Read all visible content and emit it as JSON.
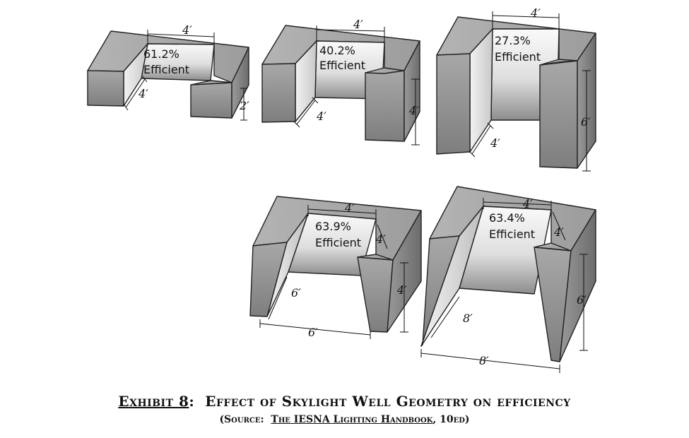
{
  "caption": {
    "exhibit": "Exhibit 8",
    "title": "Effect of Skylight Well Geometry on efficiency"
  },
  "source": {
    "prefix": "(Source:",
    "book": "The IESNA Lighting Handbook",
    "suffix": ", 10ed)"
  },
  "wells": [
    {
      "efficiency": "61.2%",
      "word": "Efficient",
      "top_width": "4′",
      "depth": "4′",
      "height": "2′"
    },
    {
      "efficiency": "40.2%",
      "word": "Efficient",
      "top_width": "4′",
      "depth": "4′",
      "height": "4′"
    },
    {
      "efficiency": "27.3%",
      "word": "Efficient",
      "top_width": "4′",
      "depth": "4′",
      "height": "6′"
    },
    {
      "efficiency": "63.9%",
      "word": "Efficient",
      "top_width": "4′",
      "top_depth": "4′",
      "bottom_depth": "6′",
      "bottom_width": "6′",
      "height": "4′"
    },
    {
      "efficiency": "63.4%",
      "word": "Efficient",
      "top_width": "4′",
      "top_depth": "4′",
      "bottom_depth": "8′",
      "bottom_width": "8′",
      "height": "6′"
    }
  ]
}
